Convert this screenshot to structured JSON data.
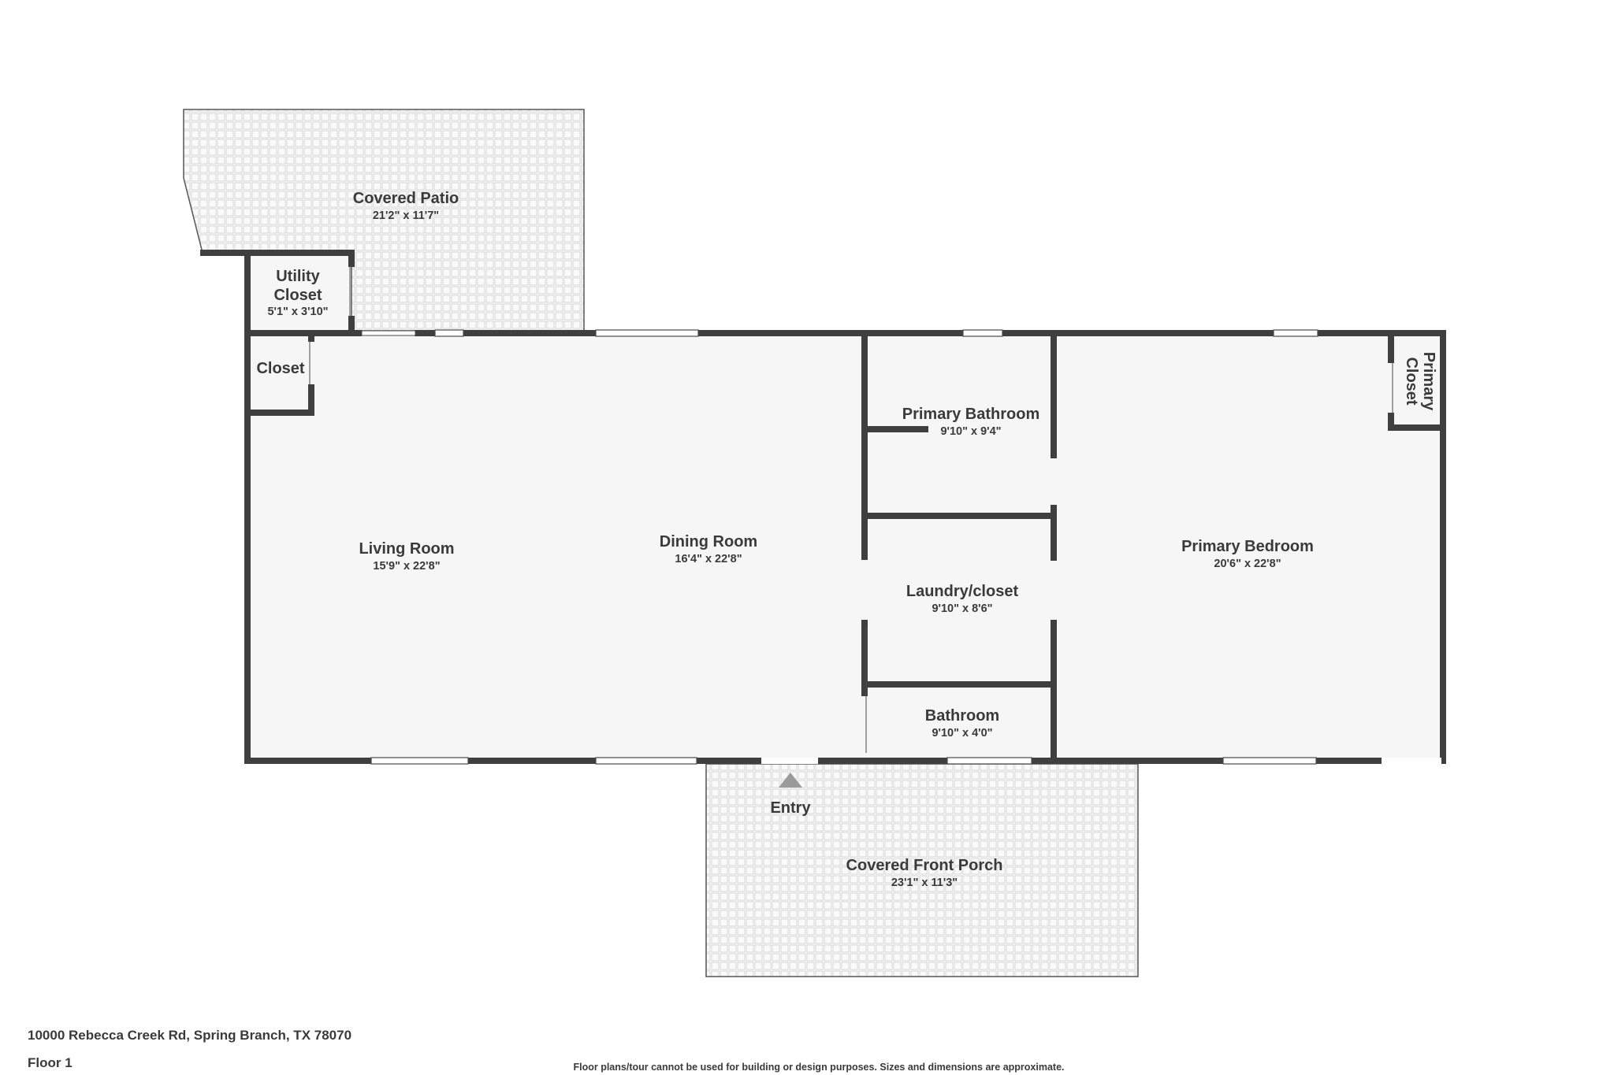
{
  "rooms": {
    "covered_patio": {
      "name": "Covered Patio",
      "dims": "21'2\" x 11'7\""
    },
    "utility_closet": {
      "name_line1": "Utility",
      "name_line2": "Closet",
      "dims": "5'1\" x 3'10\""
    },
    "closet": {
      "name": "Closet"
    },
    "living_room": {
      "name": "Living Room",
      "dims": "15'9\" x 22'8\""
    },
    "dining_room": {
      "name": "Dining Room",
      "dims": "16'4\" x 22'8\""
    },
    "primary_bathroom": {
      "name": "Primary Bathroom",
      "dims": "9'10\" x 9'4\""
    },
    "laundry": {
      "name": "Laundry/closet",
      "dims": "9'10\" x 8'6\""
    },
    "bathroom": {
      "name": "Bathroom",
      "dims": "9'10\" x 4'0\""
    },
    "primary_bedroom": {
      "name": "Primary Bedroom",
      "dims": "20'6\" x 22'8\""
    },
    "primary_closet": {
      "name_line1": "Primary",
      "name_line2": "Closet"
    },
    "covered_front_porch": {
      "name": "Covered Front Porch",
      "dims": "23'1\" x 11'3\""
    }
  },
  "entry": {
    "label": "Entry",
    "icon": "triangle-up-icon"
  },
  "footer": {
    "address": "10000 Rebecca Creek Rd, Spring Branch, TX 78070",
    "floor": "Floor 1",
    "disclaimer": "Floor plans/tour cannot be used for building or design purposes. Sizes and dimensions are approximate."
  },
  "colors": {
    "wall": "#3f3f3f",
    "floor": "#f6f6f6",
    "outdoor": "#ececec",
    "text": "#3a3a3a"
  }
}
